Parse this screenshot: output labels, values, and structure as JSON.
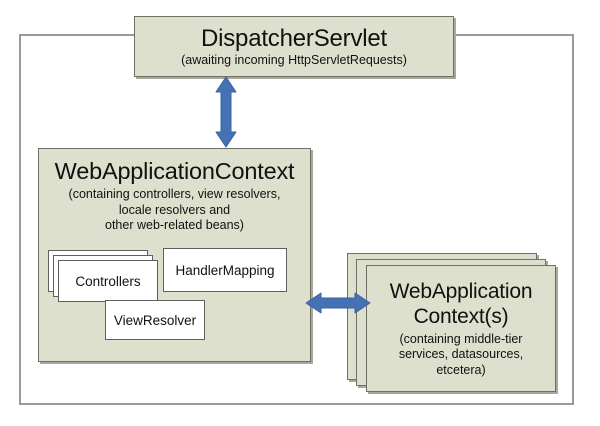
{
  "diagram": {
    "accent_arrow_color": "#4472b4",
    "node_fill_color": "#dde0cc",
    "node_border_color": "#6e7063",
    "frame_border_color": "#9a9a9a",
    "dispatcher_servlet": {
      "title": "DispatcherServlet",
      "subtitle": "(awaiting incoming HttpServletRequests)"
    },
    "web_application_context": {
      "title": "WebApplicationContext",
      "subtitle_line_1": "(containing controllers, view resolvers,",
      "subtitle_line_2": "locale resolvers and",
      "subtitle_line_3": "other web-related beans)",
      "children": [
        {
          "label": "Controllers"
        },
        {
          "label": "HandlerMapping"
        },
        {
          "label": "ViewResolver"
        }
      ]
    },
    "root_application_contexts": {
      "title_line_1": "WebApplication",
      "title_line_2": "Context(s)",
      "subtitle_line_1": "(containing middle-tier",
      "subtitle_line_2": "services, datasources,",
      "subtitle_line_3": "etcetera)",
      "stack_count": 3
    },
    "connectors": [
      {
        "name": "dispatcher-to-web-context",
        "orientation": "vertical",
        "heads": "double"
      },
      {
        "name": "web-context-to-root-contexts",
        "orientation": "horizontal",
        "heads": "double"
      }
    ]
  }
}
